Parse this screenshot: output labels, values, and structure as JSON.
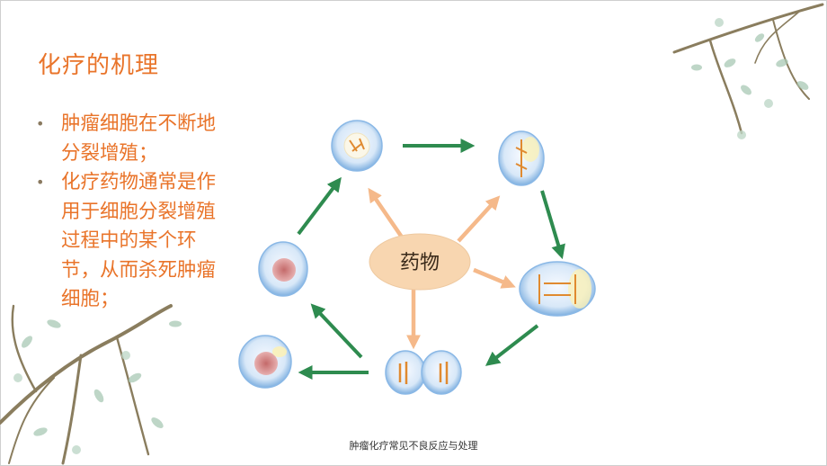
{
  "slide": {
    "title": "化疗的机理",
    "bullets": [
      "肿瘤细胞在不断地分裂增殖；",
      "化疗药物通常是作用于细胞分裂增殖过程中的某个环节，从而杀死肿瘤细胞；"
    ],
    "footer": "肿瘤化疗常见不良反应与处理"
  },
  "diagram": {
    "center_label": "药物",
    "colors": {
      "cycle_arrow": "#2e8b4f",
      "drug_arrow": "#f5b98a",
      "drug_ellipse": "#f8d6b0",
      "title_text": "#e9742a"
    },
    "cells": [
      {
        "name": "cell-top-left-stage"
      },
      {
        "name": "cell-top-right-stage"
      },
      {
        "name": "cell-right-stage"
      },
      {
        "name": "cell-bottom-dividing-stage"
      },
      {
        "name": "cell-bottom-left-stage"
      },
      {
        "name": "cell-left-stage"
      }
    ]
  }
}
